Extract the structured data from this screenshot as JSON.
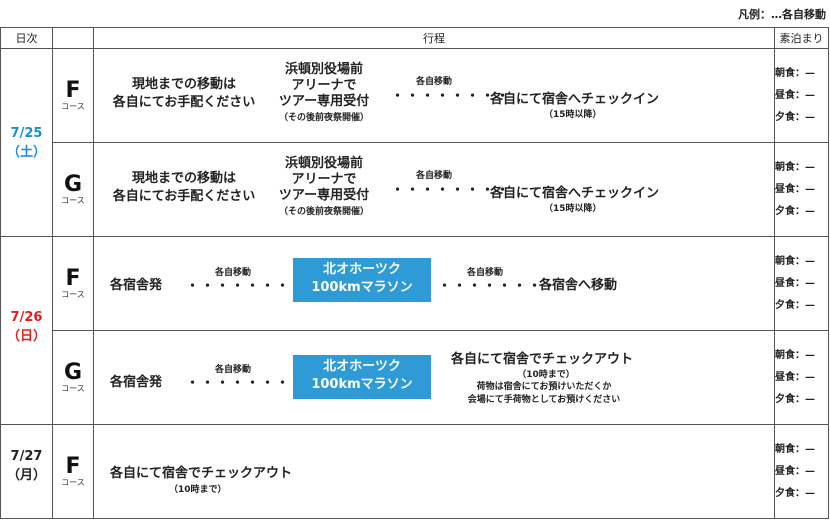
{
  "legend": "凡例：…各自移動",
  "header": {
    "date": "日次",
    "course": "",
    "plan": "行程",
    "stay": "素泊まり"
  },
  "colors": {
    "saturday": "#1a8fd1",
    "sunday": "#e0201c",
    "marathon_box": "#2f9bd6"
  },
  "meals": [
    "朝食：—",
    "昼食：—",
    "夕食：—"
  ],
  "course_sub": "コース",
  "move_label": "各自移動",
  "dots": "・・・・・・・・",
  "days": [
    {
      "date": "7/25",
      "weekday": "（土）",
      "rows": [
        {
          "course": "F",
          "self_travel": [
            "現地までの移動は",
            "各自にてお手配ください"
          ],
          "venue": [
            "浜頓別役場前",
            "アリーナで",
            "ツアー専用受付"
          ],
          "venue_note": "（その後前夜祭開催）",
          "checkin": "各自にて宿舎へチェックイン",
          "checkin_time": "（15時以降）"
        },
        {
          "course": "G",
          "self_travel": [
            "現地までの移動は",
            "各自にてお手配ください"
          ],
          "venue": [
            "浜頓別役場前",
            "アリーナで",
            "ツアー専用受付"
          ],
          "venue_note": "（その後前夜祭開催）",
          "checkin": "各自にて宿舎へチェックイン",
          "checkin_time": "（15時以降）"
        }
      ]
    },
    {
      "date": "7/26",
      "weekday": "（日）",
      "rows": [
        {
          "course": "F",
          "depart": "各宿舎発",
          "marathon": [
            "北オホーツク",
            "100kmマラソン"
          ],
          "after": "各宿舎へ移動"
        },
        {
          "course": "G",
          "depart": "各宿舎発",
          "marathon": [
            "北オホーツク",
            "100kmマラソン"
          ],
          "checkout": "各自にて宿舎でチェックアウト",
          "checkout_time": "（10時まで）",
          "luggage": [
            "荷物は宿舎にてお預けいただくか",
            "会場にて手荷物としてお預けください"
          ]
        }
      ]
    },
    {
      "date": "7/27",
      "weekday": "（月）",
      "rows": [
        {
          "course": "F",
          "checkout": "各自にて宿舎でチェックアウト",
          "checkout_time": "（10時まで）"
        }
      ]
    }
  ]
}
